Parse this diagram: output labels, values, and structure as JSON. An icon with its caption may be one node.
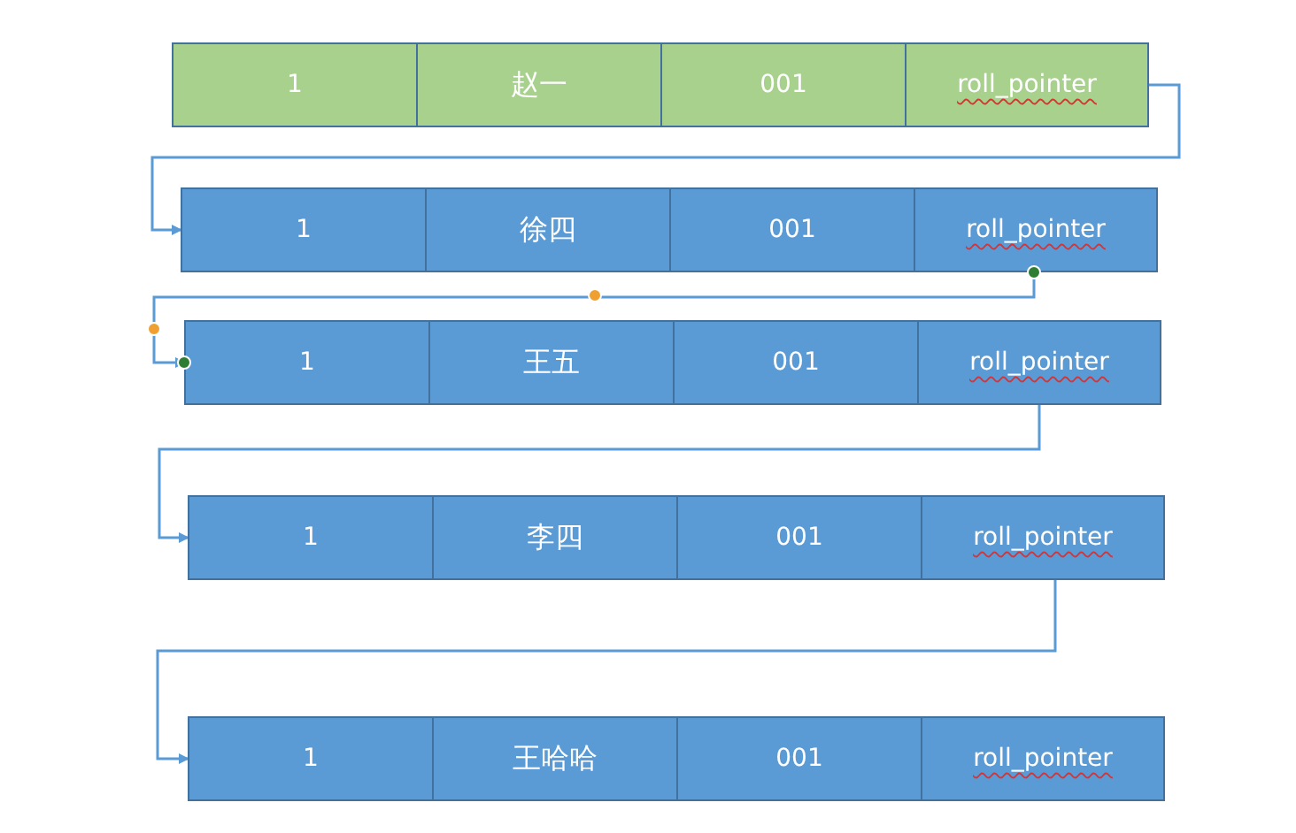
{
  "diagram": {
    "nodes": [
      {
        "text": [
          "1"
        ]
      },
      {
        "text": [
          "赵一"
        ]
      },
      {
        "text": [
          "001"
        ]
      },
      {
        "text": [
          "roll_pointer"
        ]
      },
      {
        "text": [
          "1"
        ]
      },
      {
        "text": [
          "徐四"
        ]
      },
      {
        "text": [
          "001"
        ]
      },
      {
        "text": [
          "roll_pointer"
        ]
      },
      {
        "text": [
          "1"
        ]
      },
      {
        "text": [
          "王五"
        ]
      },
      {
        "text": [
          "001"
        ]
      },
      {
        "text": [
          "roll_pointer"
        ]
      },
      {
        "text": [
          "1"
        ]
      },
      {
        "text": [
          "李四"
        ]
      },
      {
        "text": [
          "001"
        ]
      },
      {
        "text": [
          "roll_pointer"
        ]
      },
      {
        "text": [
          "1"
        ]
      },
      {
        "text": [
          "王哈哈"
        ]
      },
      {
        "text": [
          "001"
        ]
      },
      {
        "text": [
          "roll_pointer"
        ]
      }
    ],
    "edges": [
      {
        "from": 3,
        "to": 4,
        "arrow": "to"
      },
      {
        "from": 7,
        "to": 8,
        "arrow": "to"
      },
      {
        "from": 11,
        "to": 12,
        "arrow": "to"
      },
      {
        "from": 15,
        "to": 16,
        "arrow": "to"
      }
    ]
  }
}
